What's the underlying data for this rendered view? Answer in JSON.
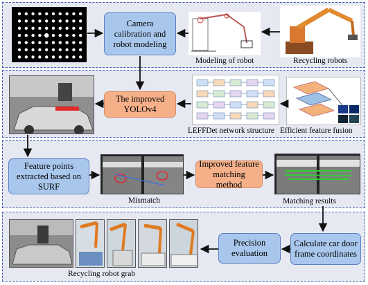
{
  "steps": {
    "calib": "Camera calibration and robot modeling",
    "yolo": "The improved YOLOv4",
    "surf": "Feature points extracted based on SURF",
    "match": "Improved feature matching method",
    "coords": "Calculate car door frame coordinates",
    "precision": "Precision evaluation"
  },
  "captions": {
    "modeling": "Modeling of robot",
    "recycling": "Recycling robots",
    "leffdet": "LEFFDet network structure",
    "fusion": "Efficient feature fusion",
    "mismatch": "Mismatch",
    "matching_results": "Matching results",
    "grab": "Recycling robot grab"
  },
  "colors": {
    "panel_bg": "#e6e8f2",
    "panel_border": "#3b5fb0",
    "blue_box": "#a9c7ec",
    "orange_box": "#f5b08a",
    "arrow": "#111111"
  }
}
